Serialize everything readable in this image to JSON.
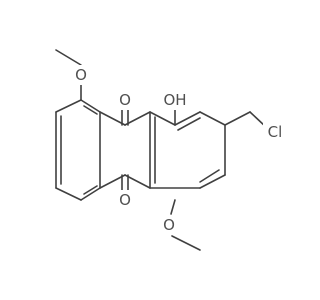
{
  "molecule": {
    "atom_labels": {
      "carbonyl_top_oxygen": "O",
      "carbonyl_bottom_oxygen": "O",
      "hydroxyl": "OH",
      "chlorine": "Cl",
      "methoxy_left_oxygen": "O",
      "methoxy_bottom_oxygen": "O"
    },
    "colors": {
      "bond": "#404040",
      "label": "#505050",
      "background": "#ffffff"
    }
  }
}
